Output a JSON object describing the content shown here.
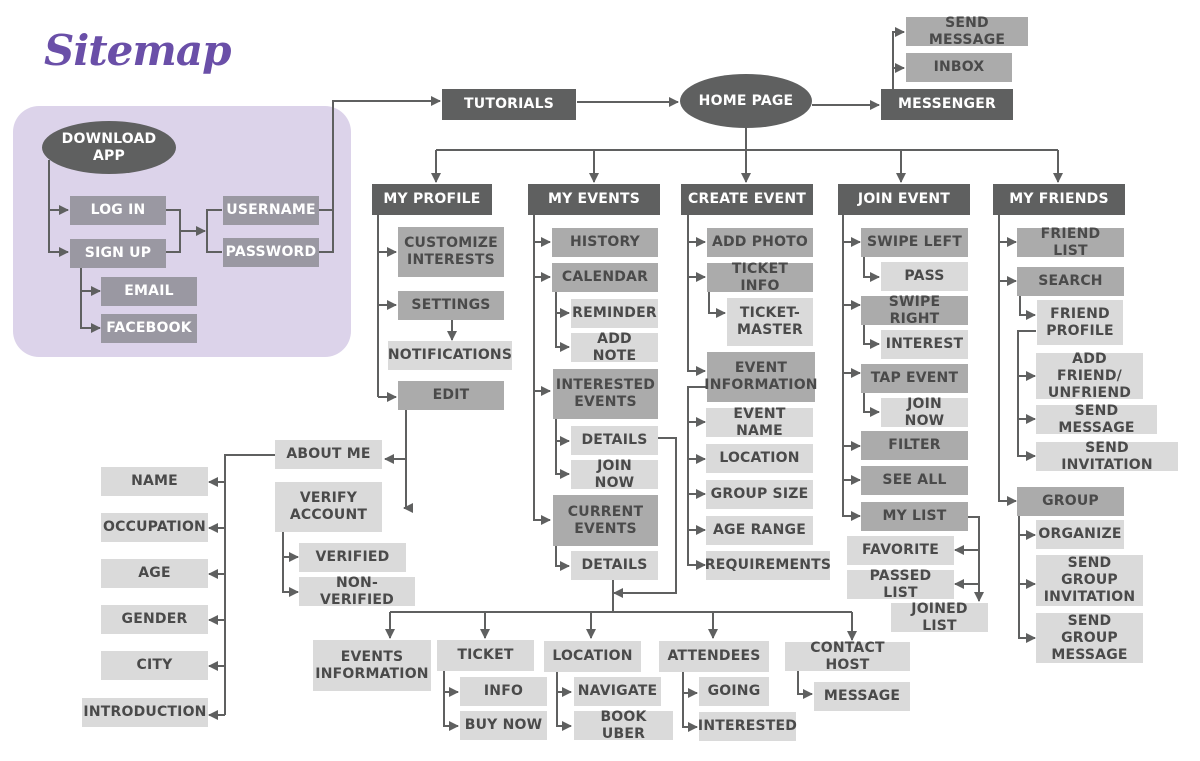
{
  "title": "Sitemap",
  "colors": {
    "title": "#6a4fa8",
    "panel": "#dcd3ea",
    "dark": "#5f6060",
    "medium": "#ababab",
    "light": "#dadada",
    "purple_gray": "#9a98a2",
    "connector": "#5f6060"
  },
  "onboarding": {
    "download_app": "DOWNLOAD APP",
    "log_in": "LOG IN",
    "sign_up": "SIGN UP",
    "email": "EMAIL",
    "facebook": "FACEBOOK",
    "username": "USERNAME",
    "password": "PASSWORD"
  },
  "top": {
    "tutorials": "TUTORIALS",
    "home_page": "HOME PAGE",
    "messenger": "MESSENGER",
    "send_message": "SEND MESSAGE",
    "inbox": "INBOX"
  },
  "my_profile": {
    "label": "MY PROFILE",
    "customize_interests": "CUSTOMIZE INTERESTS",
    "settings": "SETTINGS",
    "notifications": "NOTIFICATIONS",
    "edit": "EDIT",
    "about_me": "ABOUT ME",
    "verify_account": "VERIFY ACCOUNT",
    "verified": "VERIFIED",
    "non_verified": "NON-VERIFIED",
    "about_items": [
      "NAME",
      "OCCUPATION",
      "AGE",
      "GENDER",
      "CITY",
      "INTRODUCTION"
    ]
  },
  "my_events": {
    "label": "MY EVENTS",
    "history": "HISTORY",
    "calendar": "CALENDAR",
    "reminder": "REMINDER",
    "add_note": "ADD NOTE",
    "interested_events": "INTERESTED EVENTS",
    "details": "DETAILS",
    "join_now": "JOIN NOW",
    "current_events": "CURRENT EVENTS",
    "details2": "DETAILS"
  },
  "event_details": {
    "events_information": "EVENTS INFORMATION",
    "ticket": "TICKET",
    "info": "INFO",
    "buy_now": "BUY NOW",
    "location": "LOCATION",
    "navigate": "NAVIGATE",
    "book_uber": "BOOK UBER",
    "attendees": "ATTENDEES",
    "going": "GOING",
    "interested": "INTERESTED",
    "contact_host": "CONTACT HOST",
    "message": "MESSAGE"
  },
  "create_event": {
    "label": "CREATE EVENT",
    "add_photo": "ADD PHOTO",
    "ticket_info": "TICKET INFO",
    "ticketmaster": "TICKET-MASTER",
    "event_information": "EVENT INFORMATION",
    "event_name": "EVENT NAME",
    "location": "LOCATION",
    "group_size": "GROUP SIZE",
    "age_range": "AGE RANGE",
    "requirements": "REQUIREMENTS"
  },
  "join_event": {
    "label": "JOIN EVENT",
    "swipe_left": "SWIPE LEFT",
    "pass": "PASS",
    "swipe_right": "SWIPE RIGHT",
    "interest": "INTEREST",
    "tap_event": "TAP EVENT",
    "join_now": "JOIN NOW",
    "filter": "FILTER",
    "see_all": "SEE ALL",
    "my_list": "MY LIST",
    "favorite": "FAVORITE",
    "passed_list": "PASSED LIST",
    "joined_list": "JOINED LIST"
  },
  "my_friends": {
    "label": "MY FRIENDS",
    "friend_list": "FRIEND LIST",
    "search": "SEARCH",
    "friend_profile": "FRIEND PROFILE",
    "add_friend": "ADD FRIEND/ UNFRIEND",
    "send_message": "SEND MESSAGE",
    "send_invitation": "SEND INVITATION",
    "group": "GROUP",
    "organize": "ORGANIZE",
    "send_group_invitation": "SEND GROUP INVITATION",
    "send_group_message": "SEND GROUP MESSAGE"
  }
}
